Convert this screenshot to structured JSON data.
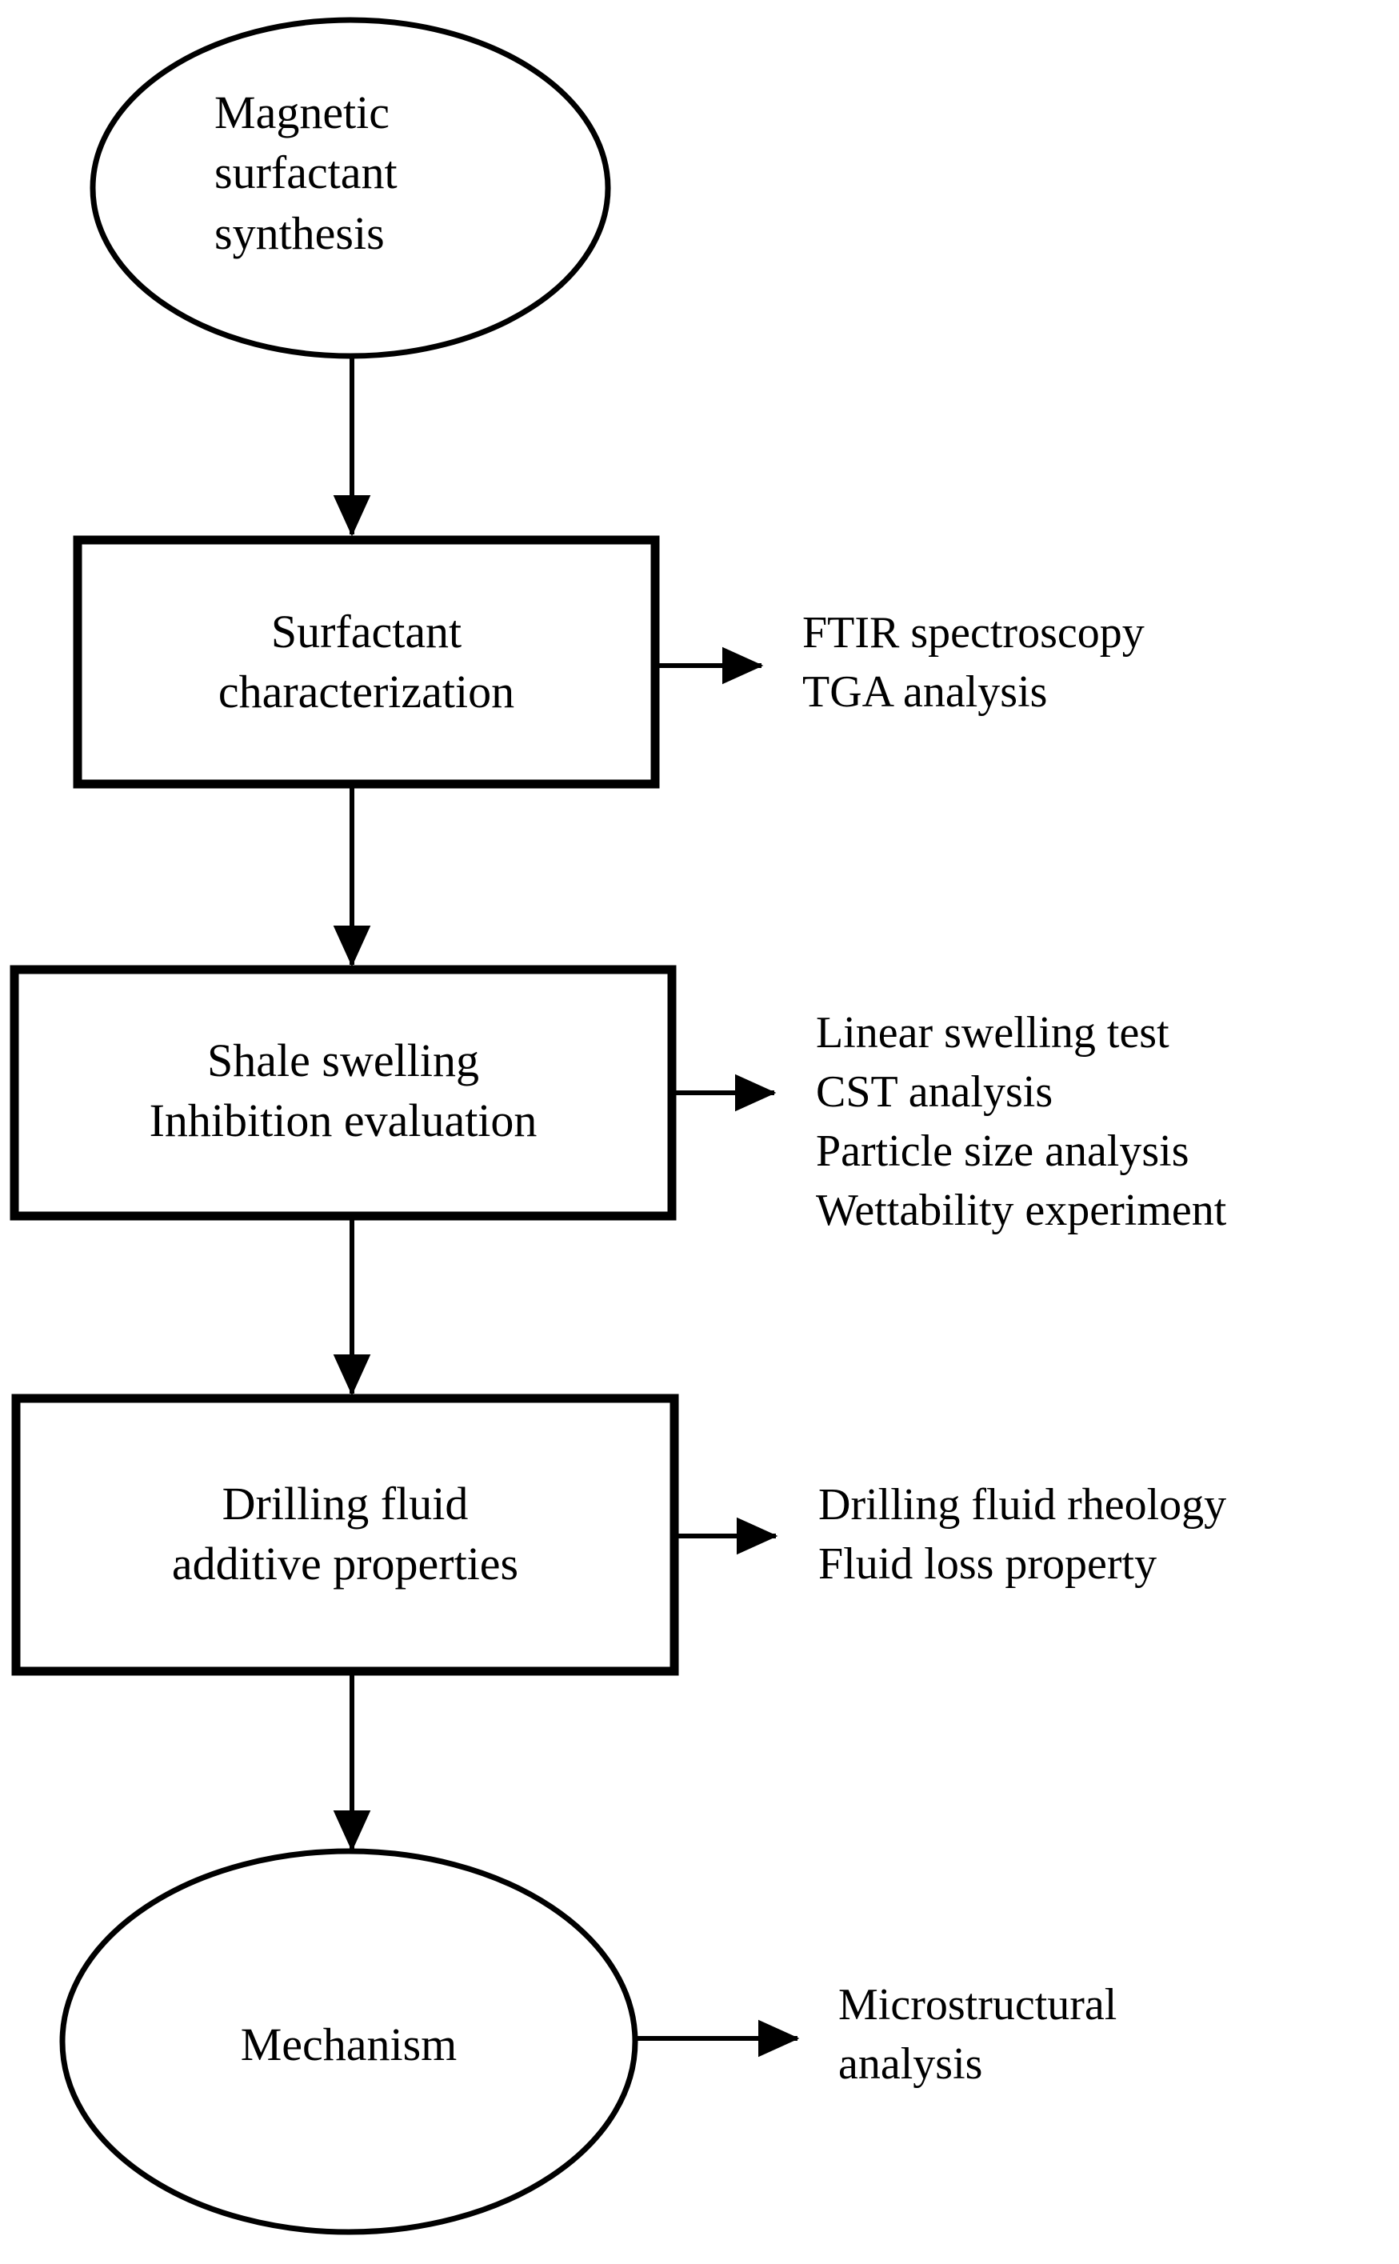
{
  "diagram": {
    "type": "flowchart",
    "orientation": "top-to-bottom",
    "background_color": "#ffffff",
    "stroke_color": "#000000",
    "nodes": [
      {
        "id": "magnetic-surfactant-synthesis",
        "shape": "ellipse",
        "text": "Magnetic\nsurfactant\nsynthesis",
        "lines": [
          "Magnetic",
          "surfactant",
          "synthesis"
        ]
      },
      {
        "id": "surfactant-characterization",
        "shape": "rectangle",
        "text": "Surfactant\ncharacterization",
        "lines": [
          "Surfactant",
          "characterization"
        ]
      },
      {
        "id": "shale-swelling-inhibition-evaluation",
        "shape": "rectangle",
        "text": "Shale swelling\nInhibition evaluation",
        "lines": [
          "Shale swelling",
          "Inhibition evaluation"
        ]
      },
      {
        "id": "drilling-fluid-additive-properties",
        "shape": "rectangle",
        "text": "Drilling fluid\nadditive properties",
        "lines": [
          "Drilling fluid",
          "additive properties"
        ]
      },
      {
        "id": "mechanism",
        "shape": "ellipse",
        "text": "Mechanism",
        "lines": [
          "Mechanism"
        ]
      }
    ],
    "side_notes": [
      {
        "id": "note-surfactant-characterization",
        "from_node": "surfactant-characterization",
        "lines": [
          "FTIR spectroscopy",
          "TGA analysis"
        ],
        "text": "FTIR spectroscopy\nTGA analysis"
      },
      {
        "id": "note-shale-swelling",
        "from_node": "shale-swelling-inhibition-evaluation",
        "lines": [
          "Linear swelling test",
          "CST analysis",
          "Particle size analysis",
          "Wettability experiment"
        ],
        "text": "Linear swelling test\nCST analysis\nParticle size analysis\nWettability experiment"
      },
      {
        "id": "note-drilling-fluid",
        "from_node": "drilling-fluid-additive-properties",
        "lines": [
          "Drilling fluid rheology",
          "Fluid loss property"
        ],
        "text": "Drilling fluid rheology\nFluid loss property"
      },
      {
        "id": "note-mechanism",
        "from_node": "mechanism",
        "lines": [
          "Microstructural",
          "analysis"
        ],
        "text": "Microstructural\nanalysis"
      }
    ],
    "connectors": [
      {
        "id": "conn-1-2",
        "from": "magnetic-surfactant-synthesis",
        "to": "surfactant-characterization",
        "direction": "down",
        "arrowhead": true
      },
      {
        "id": "conn-2-3",
        "from": "surfactant-characterization",
        "to": "shale-swelling-inhibition-evaluation",
        "direction": "down",
        "arrowhead": true
      },
      {
        "id": "conn-3-4",
        "from": "shale-swelling-inhibition-evaluation",
        "to": "drilling-fluid-additive-properties",
        "direction": "down",
        "arrowhead": true
      },
      {
        "id": "conn-4-5",
        "from": "drilling-fluid-additive-properties",
        "to": "mechanism",
        "direction": "down",
        "arrowhead": true
      },
      {
        "id": "conn-2-note",
        "from": "surfactant-characterization",
        "to": "note-surfactant-characterization",
        "direction": "right",
        "arrowhead": true
      },
      {
        "id": "conn-3-note",
        "from": "shale-swelling-inhibition-evaluation",
        "to": "note-shale-swelling",
        "direction": "right",
        "arrowhead": true
      },
      {
        "id": "conn-4-note",
        "from": "drilling-fluid-additive-properties",
        "to": "note-drilling-fluid",
        "direction": "right",
        "arrowhead": true
      },
      {
        "id": "conn-5-note",
        "from": "mechanism",
        "to": "note-mechanism",
        "direction": "right",
        "arrowhead": true
      }
    ]
  }
}
